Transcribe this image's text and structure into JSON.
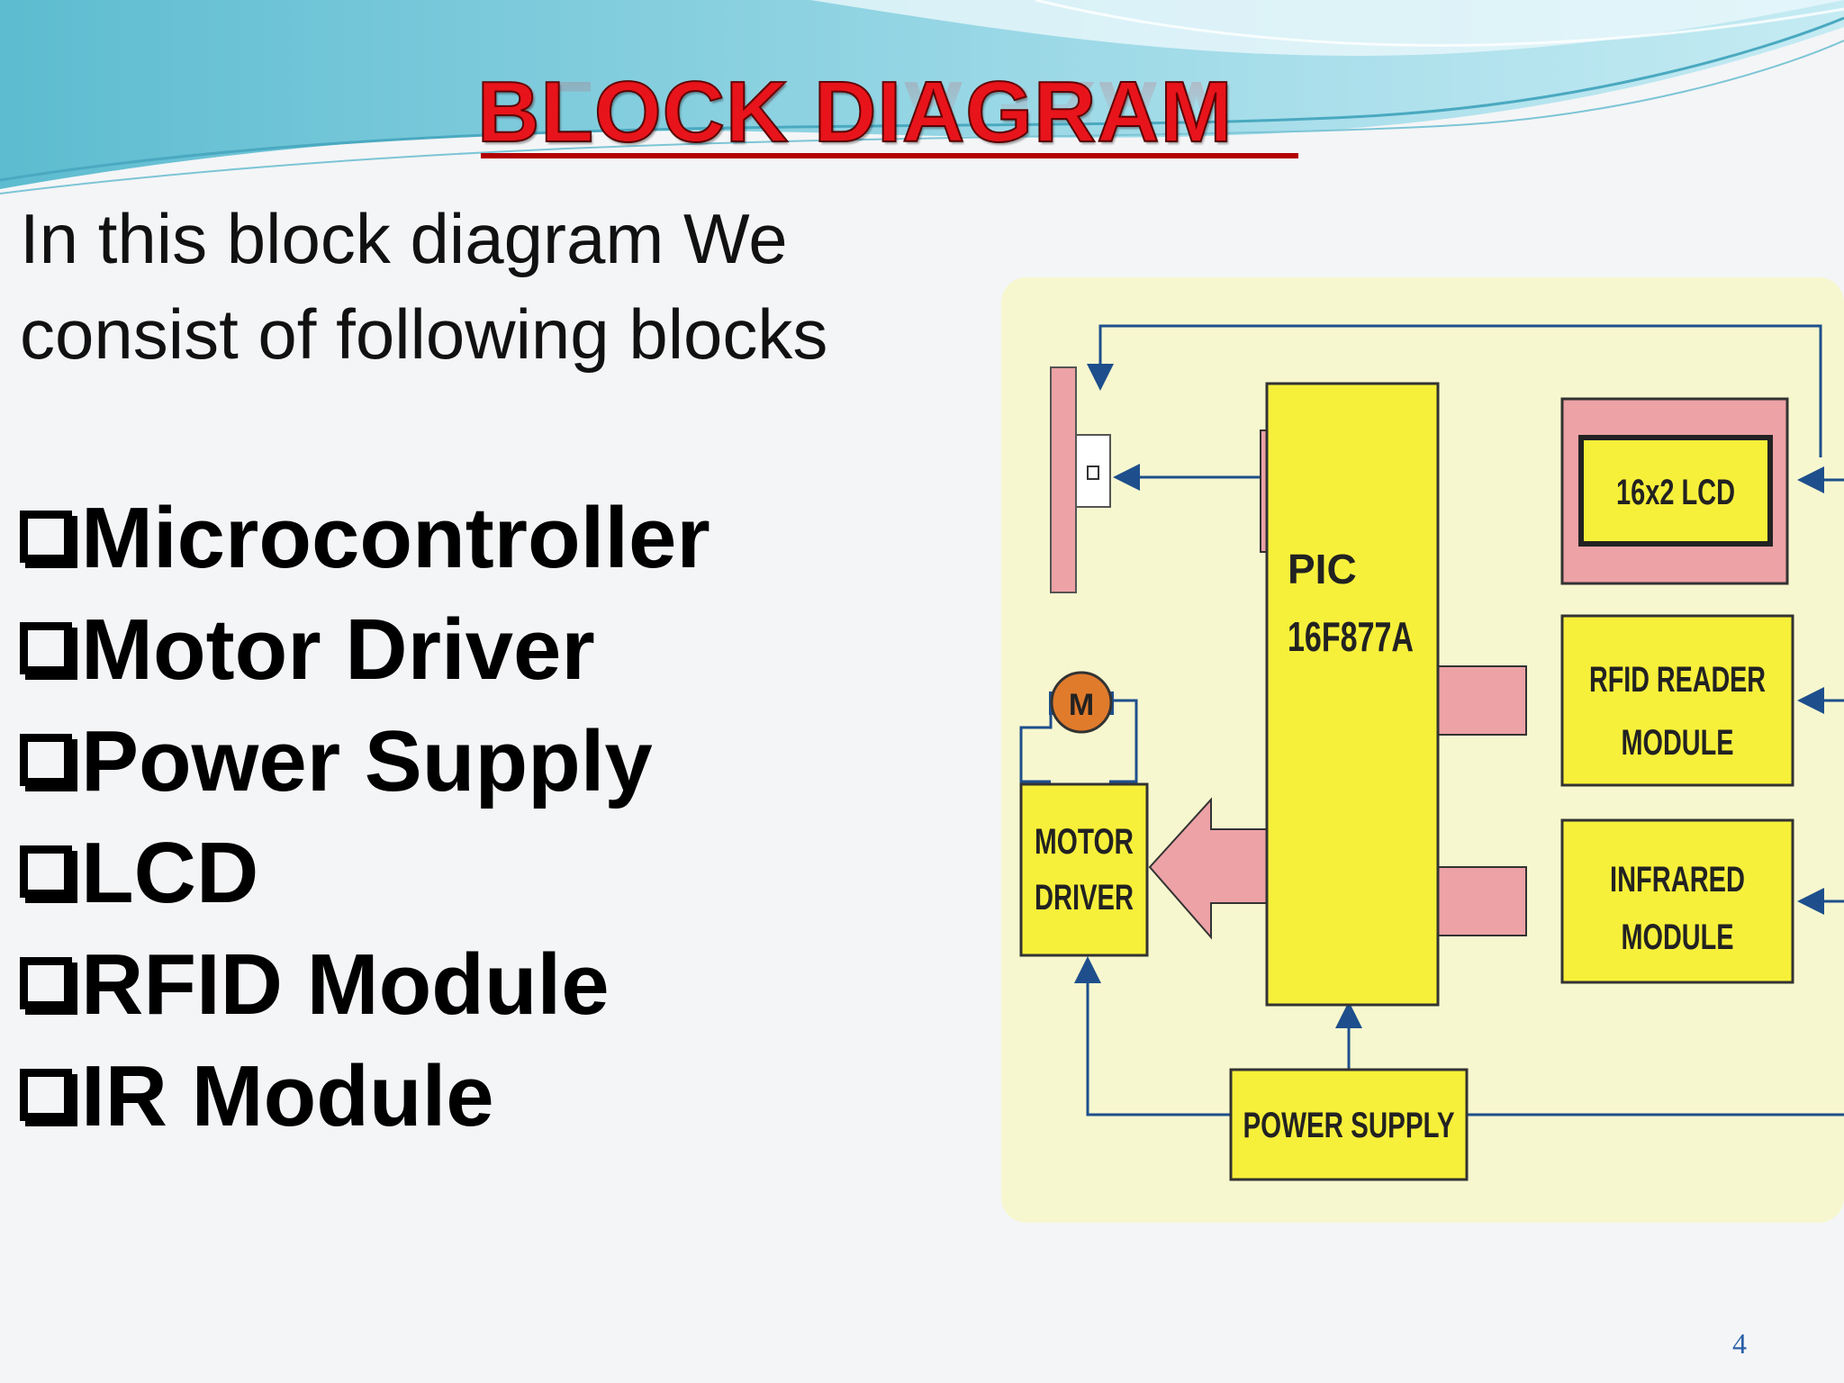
{
  "slide": {
    "title": "BLOCK  DIAGRAM",
    "intro_line1": "In this block diagram We",
    "intro_line2": "consist of following blocks",
    "bullets": [
      "Microcontroller",
      "Motor Driver",
      "Power Supply",
      "LCD",
      "RFID Module",
      "IR Module"
    ],
    "page_number": "4"
  },
  "diagram": {
    "blocks": {
      "mcu_line1": "PIC",
      "mcu_line2": "16F877A",
      "lcd": "16x2 LCD",
      "rfid_line1": "RFID READER",
      "rfid_line2": "MODULE",
      "ir_line1": "INFRARED",
      "ir_line2": "MODULE",
      "motor_driver_line1": "MOTOR",
      "motor_driver_line2": "DRIVER",
      "power_supply": "POWER SUPPLY",
      "motor": "M"
    },
    "colors": {
      "block_fill": "#f7f03a",
      "panel_fill": "#f7f7cf",
      "arrow_fill": "#eda2a6",
      "line_color": "#1e4f8c",
      "title_red": "#e8141b"
    }
  }
}
